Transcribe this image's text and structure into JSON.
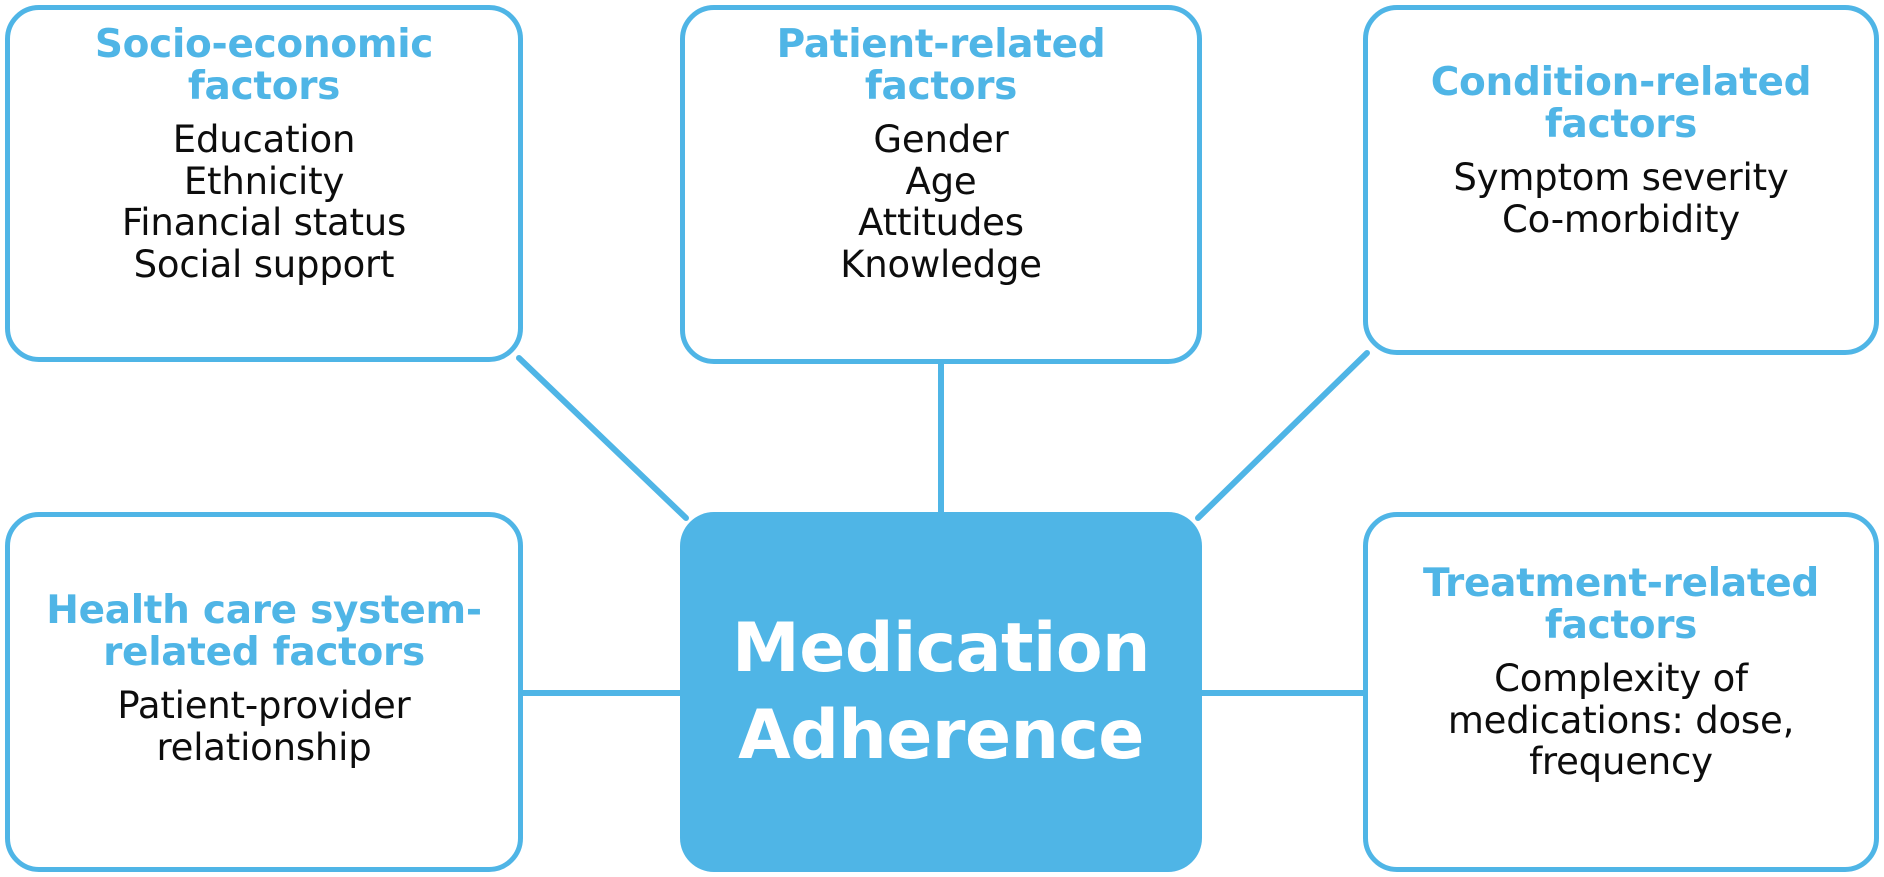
{
  "diagram": {
    "type": "hub-and-spoke-concept-map",
    "accent_color": "#4FB5E6",
    "text_color": "#0d0d0d",
    "center_text_color": "#ffffff",
    "background_color": "#ffffff",
    "center": {
      "line1": "Medication",
      "line2": "Adherence"
    },
    "nodes": [
      {
        "id": "socio-economic",
        "title_line1": "Socio-economic",
        "title_line2": "factors",
        "items": [
          "Education",
          "Ethnicity",
          "Financial status",
          "Social support"
        ]
      },
      {
        "id": "patient-related",
        "title_line1": "Patient-related",
        "title_line2": "factors",
        "items": [
          "Gender",
          "Age",
          "Attitudes",
          "Knowledge"
        ]
      },
      {
        "id": "condition-related",
        "title_line1": "Condition-related",
        "title_line2": "factors",
        "items": [
          "Symptom severity",
          "Co-morbidity"
        ]
      },
      {
        "id": "health-care-system-related",
        "title_line1": "Health care system-",
        "title_line2": "related factors",
        "items": [
          "Patient-provider",
          "relationship"
        ]
      },
      {
        "id": "treatment-related",
        "title_line1": "Treatment-related",
        "title_line2": "factors",
        "items": [
          "Complexity of",
          "medications: dose,",
          "frequency"
        ]
      }
    ]
  }
}
